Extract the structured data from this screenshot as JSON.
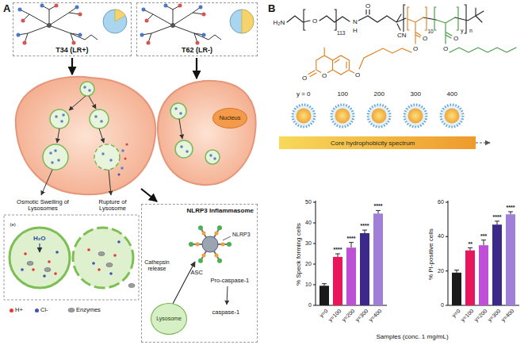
{
  "diagram": {
    "nodes": [
      {
        "text": [
          "T34 (LR+)"
        ]
      },
      {
        "text": [
          "T62 (LR-)"
        ]
      },
      {
        "text": [
          "Nucleus"
        ]
      },
      {
        "text": [
          "NLRP3 Inflammasome"
        ]
      },
      {
        "text": [
          "Lysosome"
        ],
        "in": 3
      }
    ],
    "labels": [
      "A",
      "Osmotic Swelling of Lysosomes",
      "Rupture of Lysosome",
      "H₂O",
      "(e)",
      "Cathepsin release",
      "NLRP3",
      "ASC",
      "Pro-caspase-1",
      "caspase-1",
      "B",
      "H₂N",
      "O",
      "113",
      "N",
      "H",
      "O",
      "CN",
      "10",
      "y",
      "n",
      "O",
      "O",
      "O",
      "O",
      "O",
      "O",
      "O",
      "y = 0",
      "100",
      "200",
      "300",
      "400",
      "Core hydrophobicity spectrum",
      "% Speck forming cells",
      "0",
      "10",
      "20",
      "30",
      "40",
      "50",
      "y=0",
      "y=100",
      "y=200",
      "y=300",
      "y=400",
      "****",
      "****",
      "****",
      "****",
      "% PI-positive cells",
      "0",
      "20",
      "40",
      "60",
      "y=0",
      "y=100",
      "y=200",
      "y=300",
      "y=400",
      "**",
      "***",
      "****",
      "****",
      "Samples (conc. 1 mg/mL)"
    ],
    "legend": [
      {
        "text": "H+",
        "color": "#e53935"
      },
      {
        "text": "Cl-",
        "color": "#3f51b5"
      },
      {
        "text": "Enzymes"
      }
    ]
  }
}
